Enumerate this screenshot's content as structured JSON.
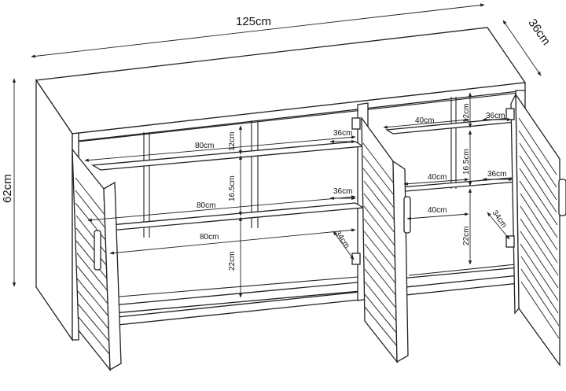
{
  "diagram": {
    "overall": {
      "width": "125cm",
      "depth": "36cm",
      "height": "62cm"
    },
    "left_section": {
      "shelf_widths": [
        "80cm",
        "80cm",
        "80cm"
      ],
      "shelf_depths": [
        "36cm",
        "36cm",
        "34cm"
      ],
      "heights": [
        "12cm",
        "16.5cm",
        "22cm"
      ]
    },
    "right_section": {
      "shelf_widths": [
        "40cm",
        "40cm",
        "40cm"
      ],
      "shelf_depths": [
        "36cm",
        "36cm",
        "34cm"
      ],
      "heights": [
        "12cm",
        "16.5cm",
        "22cm"
      ]
    }
  }
}
